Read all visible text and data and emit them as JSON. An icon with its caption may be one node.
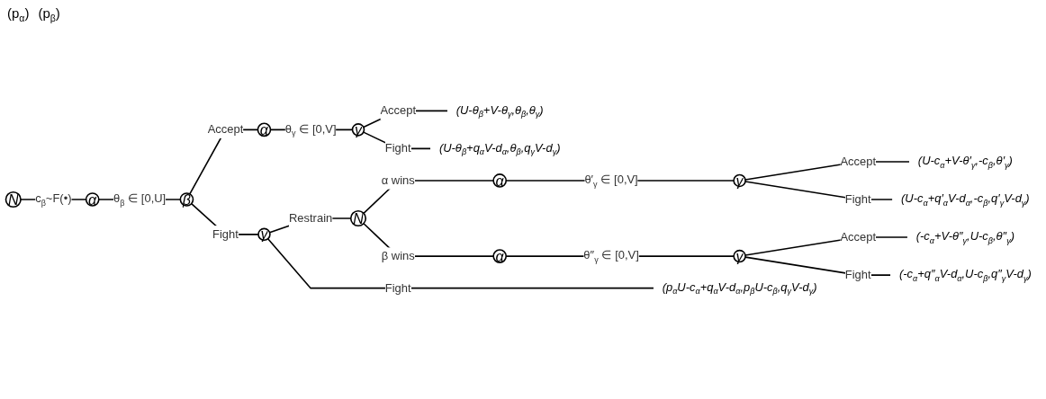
{
  "diagram": {
    "nodes": [
      {
        "text": [
          "N"
        ]
      },
      {
        "text": [
          "α"
        ]
      },
      {
        "text": [
          "β"
        ]
      },
      {
        "text": [
          "α"
        ]
      },
      {
        "text": [
          "γ"
        ]
      },
      {
        "text": [
          "(U-θ$_{β}$+V-θ$_{γ}$,θ$_{β}$,θ$_{γ}$)"
        ]
      },
      {
        "text": [
          "(U-θ$_{β}$+q$_{α}$V-d$_{α}$,θ$_{β}$,q$_{γ}$V-d$_{γ}$)"
        ]
      },
      {
        "text": [
          "γ"
        ]
      },
      {
        "text": [
          "N"
        ]
      },
      {
        "text": [
          "α"
        ]
      },
      {
        "text": [
          "γ"
        ]
      },
      {
        "text": [
          "(U-c$_{α}$+V-θ′$_{γ}$,-c$_{β}$,θ′$_{γ}$)"
        ]
      },
      {
        "text": [
          "(U-c$_{α}$+q′$_{α}$V-d$_{α}$,-c$_{β}$,q′$_{γ}$V-d$_{γ}$)"
        ]
      },
      {
        "text": [
          "α"
        ]
      },
      {
        "text": [
          "γ"
        ]
      },
      {
        "text": [
          "(-c$_{α}$+V-θ″$_{γ}$,U-c$_{β}$,θ″$_{γ}$)"
        ]
      },
      {
        "text": [
          "(-c$_{α}$+q″$_{α}$V-d$_{α}$,U-c$_{β}$,q″$_{γ}$V-d$_{γ}$)"
        ]
      },
      {
        "text": [
          "(p$_{α}$U-c$_{α}$+q$_{α}$V-d$_{α}$,p$_{β}$U-c$_{β}$,q$_{γ}$V-d$_{γ}$)"
        ]
      }
    ],
    "edges": [
      {
        "from": 0,
        "to": 1,
        "arrow": "none",
        "label": "c$_{β}$~F(•)"
      },
      {
        "from": 1,
        "to": 2,
        "arrow": "none",
        "label": "θ$_{β}$ ∈ [0,U]"
      },
      {
        "from": 2,
        "to": 3,
        "arrow": "none",
        "label": "Accept"
      },
      {
        "from": 2,
        "to": 7,
        "arrow": "none",
        "label": "Fight"
      },
      {
        "from": 3,
        "to": 4,
        "arrow": "none",
        "label": "θ$_{γ}$ ∈ [0,V]"
      },
      {
        "from": 4,
        "to": 5,
        "arrow": "none",
        "label": "Accept"
      },
      {
        "from": 4,
        "to": 6,
        "arrow": "none",
        "label": "Fight"
      },
      {
        "from": 7,
        "to": 8,
        "arrow": "none",
        "label": "Restrain"
      },
      {
        "from": 7,
        "to": 17,
        "arrow": "none",
        "label": "Fight"
      },
      {
        "from": 8,
        "to": 9,
        "arrow": "none",
        "label": "α wins"
      },
      {
        "from": 8,
        "to": 13,
        "arrow": "none",
        "label": "β wins"
      },
      {
        "from": 9,
        "to": 10,
        "arrow": "none",
        "label": "θ′$_{γ}$ ∈ [0,V]"
      },
      {
        "from": 10,
        "to": 11,
        "arrow": "none",
        "label": "Accept"
      },
      {
        "from": 10,
        "to": 12,
        "arrow": "none",
        "label": "Fight"
      },
      {
        "from": 13,
        "to": 14,
        "arrow": "none",
        "label": "θ″$_{γ}$ ∈ [0,V]"
      },
      {
        "from": 14,
        "to": 15,
        "arrow": "none",
        "label": "Accept"
      },
      {
        "from": 14,
        "to": 16,
        "arrow": "none",
        "label": "Fight"
      }
    ],
    "labels": [
      "(p$_{α}$)",
      "(p$_{β}$)"
    ]
  }
}
